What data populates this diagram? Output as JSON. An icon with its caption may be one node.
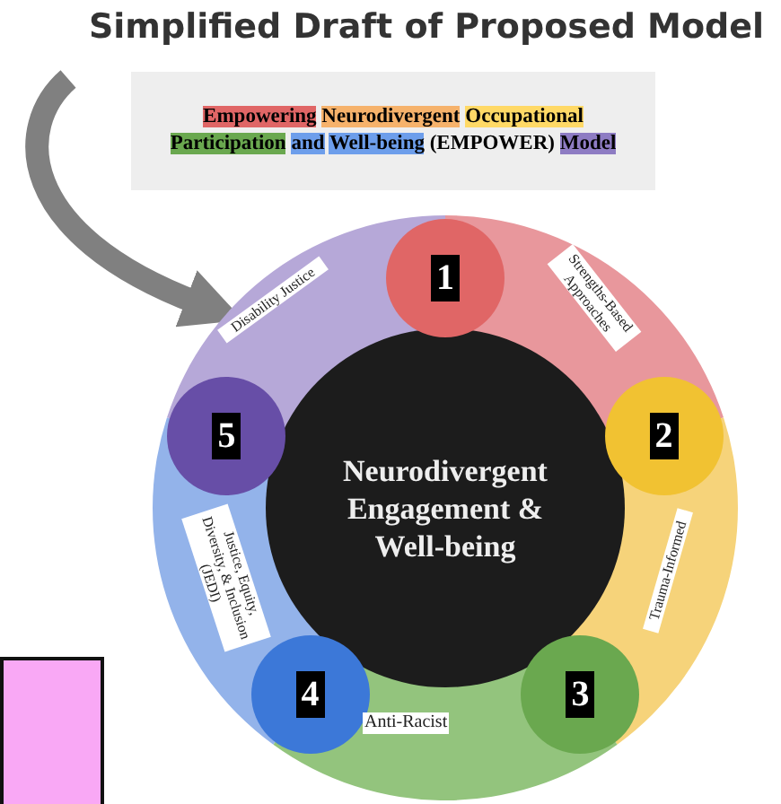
{
  "diagram": {
    "title": "Simplified Draft of Proposed Model",
    "nodes": [
      {
        "text": [
          "Empowering Neurodivergent Occupational Participation and Well-being (EMPOWER) Model"
        ]
      },
      {
        "text": [],
        "shape": "circle"
      },
      {
        "text": [
          "Neurodivergent Engagement & Well-being"
        ],
        "in": 1
      },
      {
        "text": [
          "1"
        ],
        "in": 1
      },
      {
        "text": [
          "2"
        ],
        "in": 1
      },
      {
        "text": [
          "3"
        ],
        "in": 1
      },
      {
        "text": [
          "4"
        ],
        "in": 1
      },
      {
        "text": [
          "5"
        ],
        "in": 1
      },
      {
        "text": [],
        "shape": "box"
      }
    ],
    "edges": [
      {
        "from": null,
        "to": 1,
        "arrow": "to"
      }
    ],
    "labels": [
      "Disability Justice",
      "Strengths-Based Approaches",
      "Justice, Equity, Diversity, & Inclusion (JEDI)",
      "Trauma-Informed",
      "Anti-Racist"
    ]
  }
}
